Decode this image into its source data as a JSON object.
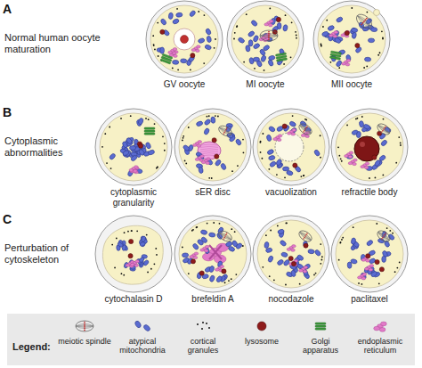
{
  "diagram": {
    "labels": [
      "A",
      "Normal human oocyte maturation",
      "GV oocyte",
      "MI oocyte",
      "MII oocyte",
      "B",
      "Cytoplasmic abnormalities",
      "cytoplasmic granularity",
      "sER disc",
      "vacuolization",
      "refractile body",
      "C",
      "Perturbation of cytoskeleton",
      "cytochalasin D",
      "brefeldin A",
      "nocodazole",
      "paclitaxel",
      "Legend:"
    ],
    "legend": [
      {
        "text": "meiotic spindle"
      },
      {
        "text": "atypical mitochondria"
      },
      {
        "text": "cortical granules"
      },
      {
        "text": "lysosome"
      },
      {
        "text": "Golgi apparatus"
      },
      {
        "text": "endoplasmic reticulum"
      }
    ]
  }
}
